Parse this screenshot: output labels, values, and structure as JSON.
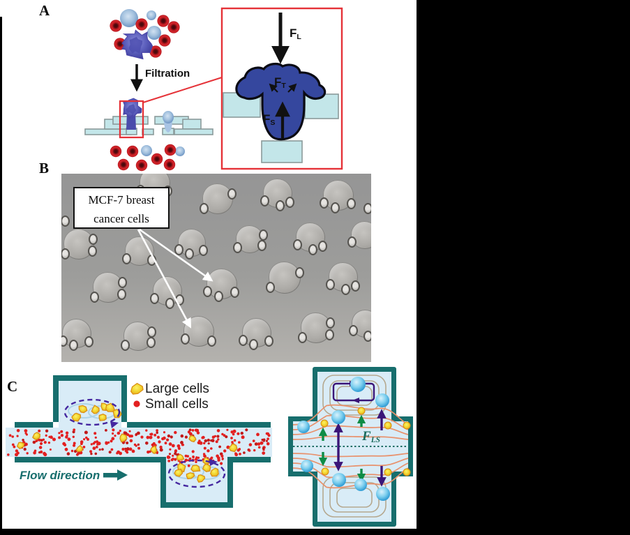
{
  "panels": {
    "A": {
      "label": "A",
      "filtration_label": "Filtration",
      "forces": {
        "FL": {
          "main": "F",
          "sub": "L"
        },
        "FT": {
          "main": "F",
          "sub": "T"
        },
        "FS": {
          "main": "F",
          "sub": "S"
        }
      },
      "red_cells_top": [
        [
          166,
          37
        ],
        [
          203,
          35
        ],
        [
          234,
          30
        ],
        [
          249,
          39
        ],
        [
          172,
          63
        ],
        [
          236,
          58
        ],
        [
          223,
          74
        ]
      ],
      "blue_cells_top": [
        [
          185,
          26,
          13
        ],
        [
          217,
          22,
          7
        ],
        [
          221,
          47,
          10
        ]
      ],
      "tumor_cell_top": [
        196,
        63,
        19
      ],
      "tumor_cell_trapped": [
        188,
        155,
        13
      ],
      "red_cells_bottom": [
        [
          166,
          217
        ],
        [
          190,
          217
        ],
        [
          244,
          215
        ],
        [
          177,
          236
        ],
        [
          203,
          237
        ],
        [
          225,
          228
        ],
        [
          243,
          236
        ]
      ],
      "blue_cells_bottom": [
        [
          210,
          216,
          8
        ],
        [
          258,
          217,
          7
        ]
      ]
    },
    "B": {
      "label": "B",
      "annotation_line1": "MCF-7 breast",
      "annotation_line2": "cancer cells",
      "cells": [
        [
          134,
          13,
          22
        ],
        [
          224,
          36,
          22
        ],
        [
          310,
          28,
          21
        ],
        [
          397,
          31,
          22
        ],
        [
          25,
          101,
          22
        ],
        [
          112,
          111,
          21
        ],
        [
          187,
          99,
          20
        ],
        [
          270,
          94,
          20
        ],
        [
          357,
          91,
          21
        ],
        [
          435,
          88,
          20
        ],
        [
          67,
          163,
          22
        ],
        [
          152,
          168,
          21
        ],
        [
          230,
          158,
          22
        ],
        [
          320,
          149,
          23
        ],
        [
          404,
          148,
          21
        ],
        [
          22,
          229,
          21
        ],
        [
          110,
          233,
          21
        ],
        [
          197,
          226,
          22
        ],
        [
          280,
          228,
          21
        ],
        [
          365,
          221,
          22
        ],
        [
          436,
          215,
          20
        ]
      ],
      "lone_pillars": [
        [
          439,
          50
        ],
        [
          5,
          68
        ]
      ]
    },
    "C": {
      "label": "C",
      "legend": {
        "large": "Large cells",
        "small": "Small cells"
      },
      "flow_label": "Flow direction",
      "lift_force": {
        "main": "F",
        "sub": "LS"
      },
      "top_chamber_cells": [
        [
          118,
          67
        ],
        [
          137,
          68
        ],
        [
          150,
          63
        ],
        [
          168,
          73
        ],
        [
          110,
          77
        ],
        [
          147,
          78
        ],
        [
          158,
          65
        ]
      ],
      "bottom_chamber_cells": [
        [
          260,
          151
        ],
        [
          280,
          152
        ],
        [
          297,
          150
        ],
        [
          255,
          158
        ],
        [
          272,
          162
        ],
        [
          288,
          165
        ],
        [
          308,
          158
        ]
      ],
      "channel_cells": [
        [
          30,
          118
        ],
        [
          52,
          105
        ],
        [
          114,
          124
        ],
        [
          176,
          108
        ],
        [
          221,
          125
        ],
        [
          276,
          109
        ],
        [
          334,
          122
        ],
        [
          258,
          136
        ],
        [
          296,
          141
        ]
      ],
      "spheres": [
        [
          435,
          92,
          9
        ],
        [
          485,
          78,
          10
        ],
        [
          513,
          31,
          11
        ],
        [
          548,
          54,
          10
        ],
        [
          440,
          148,
          9
        ],
        [
          486,
          168,
          10
        ],
        [
          517,
          175,
          9
        ],
        [
          549,
          188,
          10
        ]
      ],
      "yellow_dots": [
        [
          465,
          87
        ],
        [
          518,
          69
        ],
        [
          556,
          90
        ],
        [
          583,
          90
        ],
        [
          466,
          156
        ],
        [
          519,
          174
        ],
        [
          556,
          157
        ],
        [
          583,
          157
        ]
      ]
    }
  },
  "colors": {
    "teal": "#176e6d",
    "channel_fill": "#d9ecf7",
    "cyan_block": "#c3e6e9",
    "inset_cell_blue": "#35479e",
    "accent_red": "#e53238",
    "red_cell": "#d6222a",
    "purple_arrow": "#3a1578",
    "dashed_purple": "#4527a0",
    "green_arrow": "#0e8c46",
    "streamline_orange": "#e8916c",
    "tan_loop": "#b5a88f",
    "sphere_blue": "#2f9cd4",
    "large_cell_yellow": "#f2d832",
    "yellow_edge": "#d98c12"
  }
}
